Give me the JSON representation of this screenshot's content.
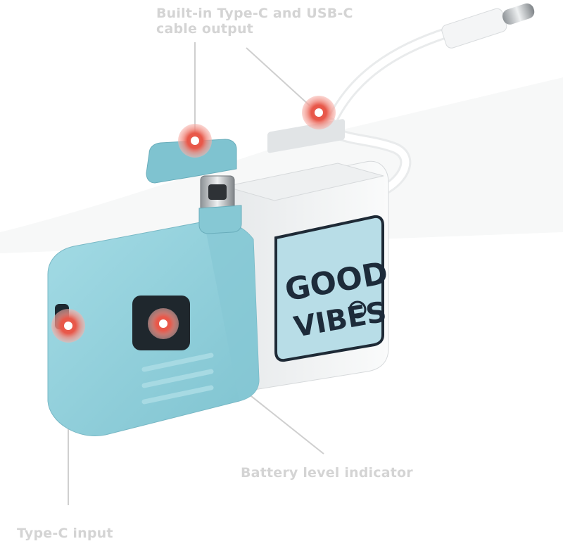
{
  "callouts": {
    "builtin_output": "Built-in Type-C and USB-C cable output",
    "battery_indicator": "Battery level indicator",
    "typec_input": "Type-C input"
  },
  "sticker": {
    "line1": "GOOD",
    "line2": "VIBES"
  },
  "colors": {
    "body_teal": "#8fd0dc",
    "body_teal_dark": "#6fb6c4",
    "shell_white": "#f2f3f4",
    "marker": "#e8584a",
    "marker_ring": "#f7b3ac",
    "leader_line": "#cfcfcf",
    "label_text": "#d4d4d4"
  },
  "icons": [
    "usb-c-connector-icon",
    "marker-dot-icon"
  ]
}
